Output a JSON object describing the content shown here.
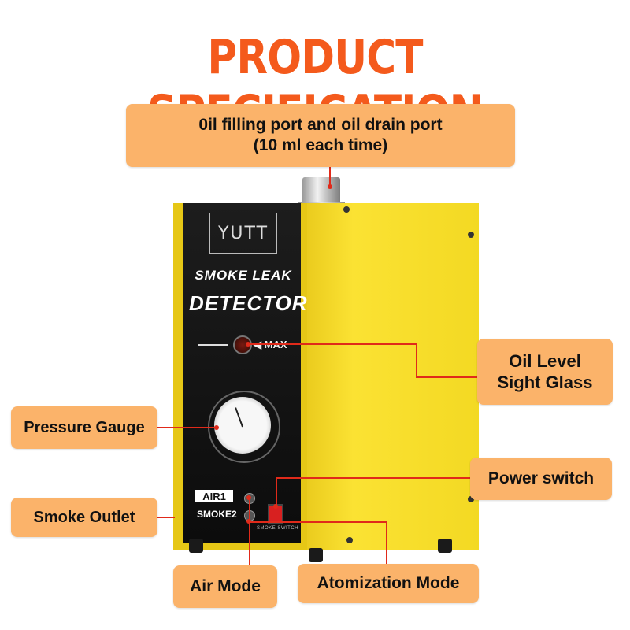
{
  "title": "PRODUCT SPECIFICATION",
  "labels": {
    "oil_port_line1": "0il filling port and oil drain port",
    "oil_port_line2": "(10 ml each time)",
    "oil_level_line1": "Oil Level",
    "oil_level_line2": "Sight Glass",
    "pressure_gauge": "Pressure Gauge",
    "power_switch": "Power switch",
    "smoke_outlet": "Smoke Outlet",
    "air_mode": "Air Mode",
    "atomization_mode": "Atomization Mode"
  },
  "device": {
    "brand": "YUTT",
    "panel_line1": "SMOKE LEAK",
    "panel_line2": "DETECTOR",
    "max_marker": "◀ MAX",
    "port_air": "AIR1",
    "port_smoke": "SMOKE2",
    "switch_text": "SMOKE SWITCH"
  },
  "colors": {
    "title": "#f45a1c",
    "label_bg": "#fbb36a",
    "callout_line": "#e02a1a",
    "device_yellow": "#fbe233"
  }
}
